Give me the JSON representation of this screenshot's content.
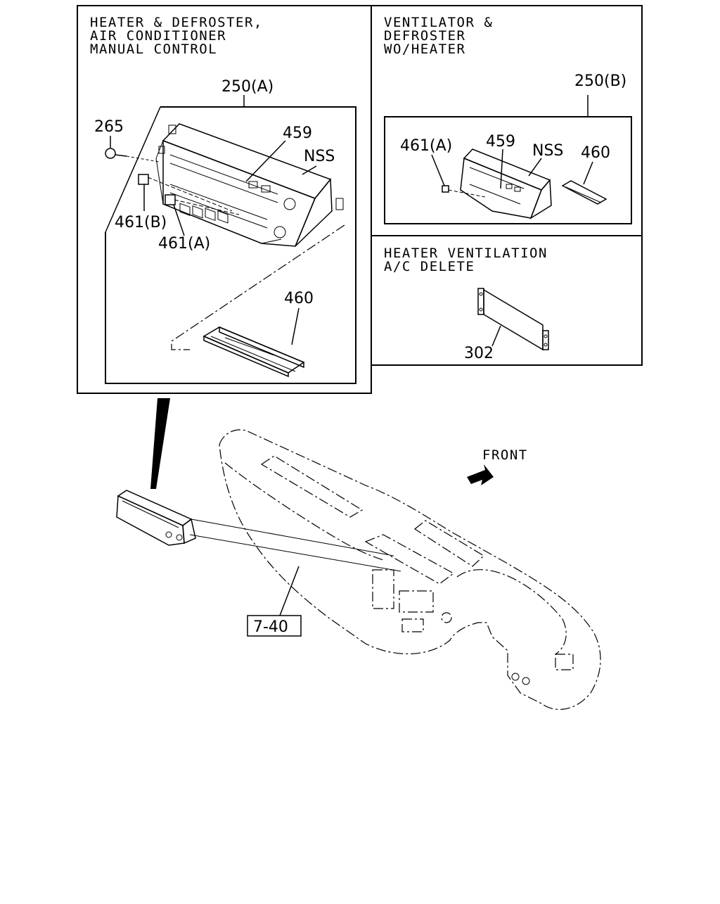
{
  "panels": {
    "heater_ac": {
      "title_lines": [
        "HEATER & DEFROSTER,",
        "AIR CONDITIONER",
        "MANUAL CONTROL"
      ],
      "callouts": {
        "assembly": "250(A)",
        "screw": "265",
        "panel": "459",
        "nss": "NSS",
        "bulb_b": "461(B)",
        "bulb_a": "461(A)",
        "harness": "460"
      }
    },
    "ventilator": {
      "title_lines": [
        "VENTILATOR &",
        "DEFROSTER",
        "WO/HEATER"
      ],
      "callouts": {
        "assembly": "250(B)",
        "bulb_a": "461(A)",
        "panel": "459",
        "nss": "NSS",
        "harness": "460"
      }
    },
    "ac_delete": {
      "title_lines": [
        "HEATER VENTILATION",
        "A/C DELETE"
      ],
      "callouts": {
        "cover": "302"
      }
    }
  },
  "main": {
    "front_label": "FRONT",
    "reference": "7-40"
  }
}
